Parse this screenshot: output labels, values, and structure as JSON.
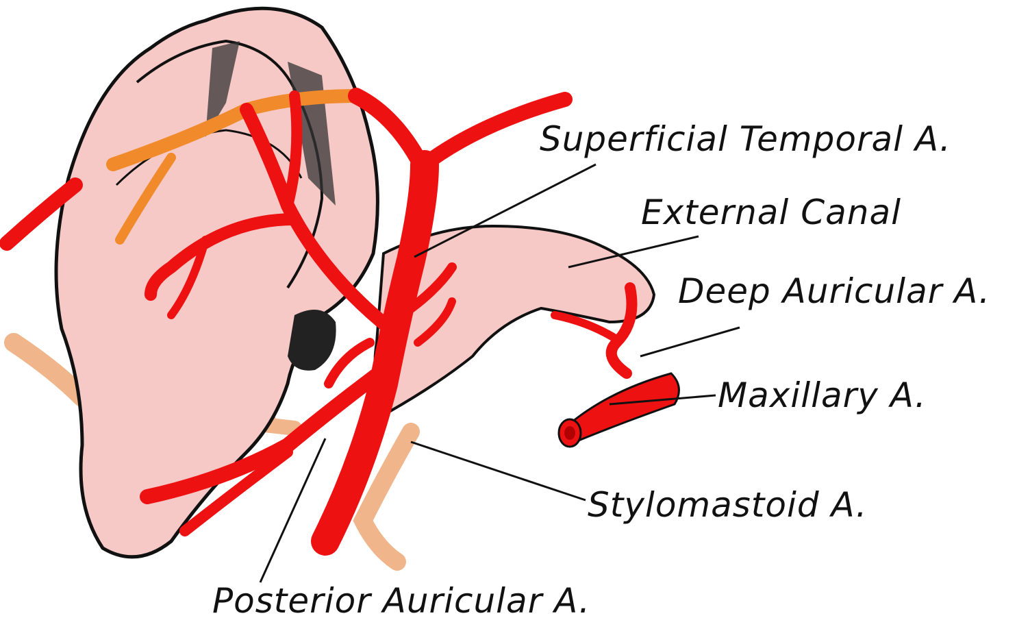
{
  "labels": {
    "superficial_temporal": "Superficial Temporal A.",
    "external_canal": "External Canal",
    "deep_auricular": "Deep Auricular A.",
    "maxillary": "Maxillary A.",
    "stylomastoid": "Stylomastoid A.",
    "posterior_auricular": "Posterior Auricular A."
  },
  "colors": {
    "skin": "#f7c9c6",
    "artery": "#ee1111",
    "nerve_orange": "#f08a2a",
    "nerve_tan": "#f0b58a",
    "ink": "#111111"
  }
}
